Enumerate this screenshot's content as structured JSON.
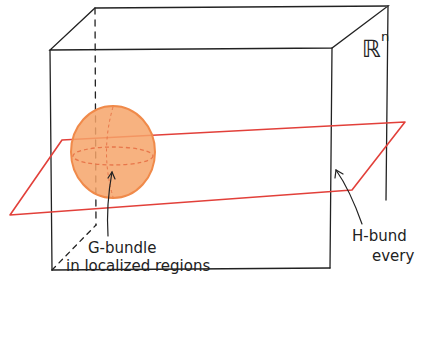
{
  "diagram": {
    "labels": [
      "ℝ",
      "n",
      "G-bundle",
      "in localized regions",
      "H-bund",
      "every"
    ]
  }
}
